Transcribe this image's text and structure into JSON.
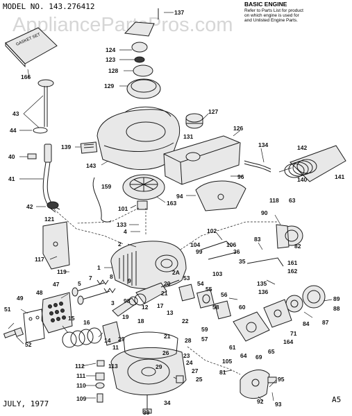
{
  "header": {
    "model": "MODEL NO. 143.276412",
    "basic_engine": "BASIC ENGINE",
    "note_lines": [
      "Refer to Parts List for product",
      "on which engine is used for",
      "and Unlisted Engine Parts."
    ],
    "watermark": "AppliancePartsPros.com"
  },
  "footer": {
    "date": "JULY, 1977",
    "code": "A5"
  },
  "gasket_set": "GASKET SET",
  "callouts": {
    "c137": "137",
    "c124": "124",
    "c123": "123",
    "c128": "128",
    "c129": "129",
    "c166": "166",
    "c43": "43",
    "c44": "44",
    "c127": "127",
    "c126": "126",
    "c131": "131",
    "c139": "139",
    "c143": "143",
    "c134": "134",
    "c142": "142",
    "c40": "40",
    "c41": "41",
    "c96": "96",
    "c140": "140",
    "c141": "141",
    "c159": "159",
    "c94": "94",
    "c118": "118",
    "c63": "63",
    "c42": "42",
    "c101": "101",
    "c163": "163",
    "c90": "90",
    "c121": "121",
    "c133": "133",
    "c4": "4",
    "c102": "102",
    "c83": "83",
    "c82": "82",
    "c2": "2",
    "c104": "104",
    "c106": "106",
    "c36": "36",
    "c117": "117",
    "c1": "1",
    "c99": "99",
    "c35": "35",
    "c161": "161",
    "c162": "162",
    "c119": "119",
    "c2A": "2A",
    "c103": "103",
    "c135": "135",
    "c136": "136",
    "c47": "47",
    "c48": "48",
    "c5": "5",
    "c7": "7",
    "c8": "8",
    "c9": "9",
    "c20": "20",
    "c53": "53",
    "c54": "54",
    "c55": "55",
    "c98": "98",
    "c21": "21",
    "c56": "56",
    "c60": "60",
    "c89": "89",
    "c88": "88",
    "c49": "49",
    "c3": "3",
    "c12": "12",
    "c17": "17",
    "c13": "13",
    "c58": "58",
    "c51": "51",
    "c15": "15",
    "c16": "16",
    "c19": "19",
    "c18": "18",
    "c22": "22",
    "c59": "59",
    "c87": "87",
    "c84": "84",
    "c71": "71",
    "c57": "57",
    "c14": "14",
    "c29": "29",
    "c11": "11",
    "c21b": "21",
    "c28": "28",
    "c61": "61",
    "c164": "164",
    "c52": "52",
    "c23": "23",
    "c26": "26",
    "c24": "24",
    "c64": "64",
    "c65": "65",
    "c69": "69",
    "c112": "112",
    "c113": "113",
    "c105": "105",
    "c29b": "29",
    "c27": "27",
    "c111": "111",
    "c110": "110",
    "c25": "25",
    "c81": "81",
    "c95": "95",
    "c109": "109",
    "c34": "34",
    "c92": "92",
    "c93": "93",
    "c39": "39"
  }
}
